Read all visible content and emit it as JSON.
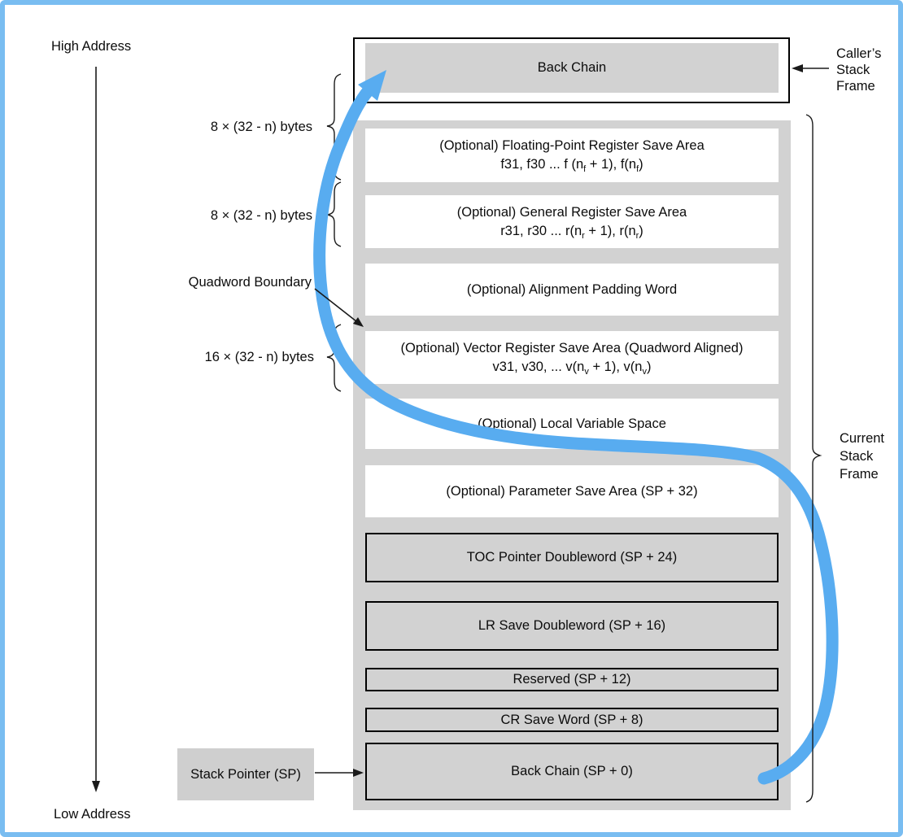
{
  "diagram": {
    "address_axis": {
      "high": "High Address",
      "low": "Low Address"
    },
    "caller_box": {
      "label": "Back Chain"
    },
    "left_annotations": {
      "fp_size": "8 × (32 - n) bytes",
      "gr_size": "8 × (32 - n) bytes",
      "quadword_boundary": "Quadword Boundary",
      "vr_size": "16 × (32 - n) bytes",
      "stack_pointer": "Stack Pointer (SP)"
    },
    "right_annotations": {
      "caller_frame": [
        "Caller’s",
        "Stack",
        "Frame"
      ],
      "current_frame": [
        "Current",
        "Stack",
        "Frame"
      ]
    },
    "stack_rows": [
      {
        "id": "fp-save-area",
        "lines": [
          [
            {
              "t": "(Optional) Floating-Point Register Save Area"
            }
          ],
          [
            {
              "t": "f31, f30 ... f (n"
            },
            {
              "sub": "f"
            },
            {
              "t": " + 1), f(n"
            },
            {
              "sub": "f"
            },
            {
              "t": ")"
            }
          ]
        ]
      },
      {
        "id": "gr-save-area",
        "lines": [
          [
            {
              "t": "(Optional) General Register Save Area"
            }
          ],
          [
            {
              "t": "r31, r30 ... r(n"
            },
            {
              "sub": "r"
            },
            {
              "t": " + 1), r(n"
            },
            {
              "sub": "r"
            },
            {
              "t": ")"
            }
          ]
        ]
      },
      {
        "id": "alignment-padding",
        "lines": [
          [
            {
              "t": "(Optional) Alignment Padding Word"
            }
          ]
        ]
      },
      {
        "id": "vector-save-area",
        "lines": [
          [
            {
              "t": "(Optional) Vector Register Save Area (Quadword Aligned)"
            }
          ],
          [
            {
              "t": "v31, v30, ... v(n"
            },
            {
              "sub": "v"
            },
            {
              "t": " + 1), v(n"
            },
            {
              "sub": "v"
            },
            {
              "t": ")"
            }
          ]
        ]
      },
      {
        "id": "local-variable-space",
        "lines": [
          [
            {
              "t": "(Optional) Local Variable Space"
            }
          ]
        ]
      },
      {
        "id": "parameter-save-area",
        "lines": [
          [
            {
              "t": "(Optional) Parameter Save Area (SP + 32)"
            }
          ]
        ]
      },
      {
        "id": "toc-pointer",
        "lines": [
          [
            {
              "t": "TOC Pointer Doubleword (SP + 24)"
            }
          ]
        ]
      },
      {
        "id": "lr-save",
        "lines": [
          [
            {
              "t": "LR Save Doubleword (SP + 16)"
            }
          ]
        ]
      },
      {
        "id": "reserved",
        "lines": [
          [
            {
              "t": "Reserved (SP + 12)"
            }
          ]
        ]
      },
      {
        "id": "cr-save",
        "lines": [
          [
            {
              "t": "CR Save Word (SP + 8)"
            }
          ]
        ]
      },
      {
        "id": "back-chain",
        "lines": [
          [
            {
              "t": "Back Chain (SP + 0)"
            }
          ]
        ]
      }
    ],
    "colors": {
      "page_border_blue": "#79bdf1",
      "flow_arrow_blue": "#58acf0",
      "panel_gray": "#d2d2d2",
      "line_black": "#1a1a1a"
    }
  }
}
